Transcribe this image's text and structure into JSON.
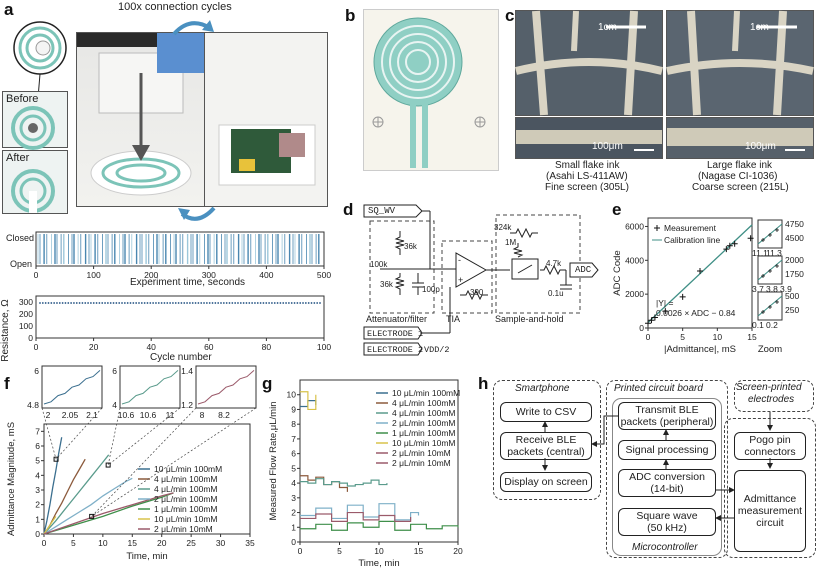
{
  "figure_labels": {
    "a": "a",
    "b": "b",
    "c": "c",
    "d": "d",
    "e": "e",
    "f": "f",
    "g": "g",
    "h": "h"
  },
  "panel_a": {
    "title": "100x connection cycles",
    "before": "Before",
    "after": "After",
    "timeline": {
      "closed": "Closed",
      "open": "Open",
      "xlabel": "Experiment time, seconds",
      "xticks": [
        "0",
        "100",
        "200",
        "300",
        "400",
        "500"
      ]
    },
    "resistance": {
      "ylabel": "Resistance, Ω",
      "yticks": [
        "300",
        "200",
        "100",
        "0"
      ],
      "xlabel": "Cycle number",
      "xticks": [
        "0",
        "20",
        "40",
        "60",
        "80",
        "100"
      ]
    }
  },
  "panel_c": {
    "scale_1cm_left": "1cm",
    "scale_1cm_right": "1cm",
    "scale_100um_left": "100μm",
    "scale_100um_right": "100μm",
    "left_caption": [
      "Small flake ink",
      "(Asahi LS-411AW)",
      "Fine screen (305L)"
    ],
    "right_caption": [
      "Large flake ink",
      "(Nagase CI-1036)",
      "Coarse screen (215L)"
    ]
  },
  "panel_d": {
    "sq_wv": "SQ_WV",
    "attenuator": "Attenuator/filter",
    "tia": "TIA",
    "sample_hold": "Sample-and-hold",
    "adc": "ADC",
    "electrode1": "ELECTRODE 1",
    "electrode2": "ELECTRODE 2",
    "vdd": "VDD/2",
    "components": [
      "36k",
      "100k",
      "36k",
      "100p",
      "390",
      "324k",
      "1M",
      "4.7k",
      "0.1u"
    ],
    "opamp_minus": "-",
    "opamp_plus": "+"
  },
  "chart_data": [
    {
      "type": "scatter",
      "panel": "e",
      "ylabel": "ADC Code",
      "xlabel": "|Admittance|, mS",
      "xlim": [
        0,
        15
      ],
      "ylim": [
        0,
        6500
      ],
      "xticks": [
        "0",
        "5",
        "10",
        "15"
      ],
      "yticks": [
        "0",
        "2000",
        "4000",
        "6000"
      ],
      "legend": [
        "Measurement",
        "Calibration line"
      ],
      "equation": [
        "|Y| =",
        "0.0026 × ADC − 0.84"
      ],
      "series": [
        {
          "name": "Measurement",
          "x": [
            0.0,
            0.5,
            1.0,
            2.5,
            5.0,
            7.5,
            11.3,
            11.8,
            12.5,
            14.8
          ],
          "y": [
            280,
            460,
            620,
            1000,
            1840,
            3370,
            4660,
            4860,
            4980,
            5300
          ]
        },
        {
          "name": "Calibration line",
          "x": [
            0,
            15
          ],
          "y": [
            323,
            6092
          ]
        }
      ],
      "zoom": {
        "label": "Zoom",
        "insets": [
          {
            "yticks": [
              "4750",
              "4500"
            ],
            "xticks": [
              "11.1",
              "11.3"
            ]
          },
          {
            "yticks": [
              "2000",
              "1750"
            ],
            "xticks": [
              "3.7",
              "3.8",
              "3.9"
            ]
          },
          {
            "yticks": [
              "500",
              "250"
            ],
            "xticks": [
              "0.1",
              "0.2"
            ]
          }
        ]
      }
    },
    {
      "type": "line",
      "panel": "f",
      "ylabel": "Admittance Magnitude, mS",
      "xlabel": "Time, min",
      "xlim": [
        0,
        35
      ],
      "ylim": [
        0,
        7.5
      ],
      "xticks": [
        "0",
        "5",
        "10",
        "15",
        "20",
        "25",
        "30",
        "35"
      ],
      "yticks": [
        "0",
        "1",
        "2",
        "3",
        "4",
        "5",
        "6",
        "7"
      ],
      "series": [
        {
          "name": "10 μL/min 100mM",
          "color": "#3b6f8f",
          "x": [
            0,
            0.5,
            1,
            1.5,
            2,
            2.5,
            3
          ],
          "y": [
            0,
            0.9,
            2.0,
            3.2,
            4.3,
            5.5,
            6.6
          ]
        },
        {
          "name": "4 μL/min 100mM",
          "color": "#8c5a3c",
          "x": [
            0,
            1,
            2,
            3,
            4,
            5,
            6,
            7
          ],
          "y": [
            0,
            0.6,
            1.4,
            2.1,
            2.9,
            3.7,
            4.4,
            5.1
          ]
        },
        {
          "name": "4 μL/min 100mM",
          "color": "#5a9b8c",
          "x": [
            0,
            2,
            4,
            6,
            8,
            10,
            11
          ],
          "y": [
            0,
            0.9,
            1.9,
            2.9,
            3.9,
            4.9,
            5.4
          ]
        },
        {
          "name": "2 μL/min 100mM",
          "color": "#7fb0c8",
          "x": [
            0,
            2,
            4,
            6,
            8,
            10,
            12,
            14,
            15
          ],
          "y": [
            0,
            0.5,
            1.0,
            1.5,
            2.0,
            2.6,
            3.1,
            3.6,
            3.8
          ]
        },
        {
          "name": "1 μL/min 100mM",
          "color": "#3f8f4a",
          "x": [
            0,
            5,
            10,
            15,
            20,
            22
          ],
          "y": [
            0,
            0.6,
            1.2,
            1.9,
            2.5,
            2.8
          ]
        },
        {
          "name": "10 μL/min 10mM",
          "color": "#d8c24a",
          "x": [
            0,
            1,
            2
          ],
          "y": [
            0,
            0.6,
            1.2
          ]
        },
        {
          "name": "2 μL/min 10mM",
          "color": "#9b5a6a",
          "x": [
            0,
            5,
            10,
            15,
            20,
            22
          ],
          "y": [
            0,
            0.7,
            1.4,
            2.0,
            2.6,
            2.8
          ]
        }
      ],
      "insets": [
        {
          "yticks": [
            "6",
            "4.8"
          ],
          "xticks": [
            "2",
            "2.05",
            "2.1"
          ]
        },
        {
          "yticks": [
            "6",
            "4"
          ],
          "xticks": [
            "10.6",
            "10.6",
            "11"
          ]
        },
        {
          "yticks": [
            "1.4",
            "1.2"
          ],
          "xticks": [
            "8",
            "8.2"
          ]
        }
      ]
    },
    {
      "type": "line",
      "panel": "g",
      "ylabel": "Measured Flow Rate,μL/min",
      "xlabel": "Time, min",
      "xlim": [
        0,
        20
      ],
      "ylim": [
        0,
        11
      ],
      "xticks": [
        "0",
        "5",
        "10",
        "15",
        "20"
      ],
      "yticks": [
        "0",
        "1",
        "2",
        "3",
        "4",
        "5",
        "6",
        "7",
        "8",
        "9",
        "10"
      ],
      "series": [
        {
          "name": "10 μL/min 100mM",
          "color": "#3b6f8f",
          "x": [
            0,
            1,
            2
          ],
          "y": [
            9.2,
            9.6,
            9.3
          ]
        },
        {
          "name": "4 μL/min 100mM",
          "color": "#8c5a3c",
          "x": [
            0,
            1,
            2,
            3,
            4,
            5,
            6
          ],
          "y": [
            4.5,
            4.2,
            4.4,
            3.9,
            4.1,
            3.7,
            3.4
          ]
        },
        {
          "name": "4 μL/min 100mM",
          "color": "#5a9b8c",
          "x": [
            0,
            1,
            2,
            3,
            4,
            5,
            6,
            7,
            8,
            9,
            10,
            11
          ],
          "y": [
            4.1,
            4.0,
            4.3,
            3.9,
            4.1,
            4.0,
            3.8,
            3.9,
            4.0,
            4.2,
            3.9,
            4.0
          ]
        },
        {
          "name": "2 μL/min 100mM",
          "color": "#7fb0c8",
          "x": [
            0,
            2,
            4,
            6,
            8,
            10,
            12,
            14,
            15
          ],
          "y": [
            1.8,
            2.3,
            1.6,
            2.5,
            1.7,
            2.6,
            1.5,
            2.0,
            1.8
          ]
        },
        {
          "name": "1 μL/min 100mM",
          "color": "#3f8f4a",
          "x": [
            0,
            2,
            4,
            6,
            8,
            10,
            12,
            14,
            16,
            18,
            20
          ],
          "y": [
            0.9,
            1.2,
            0.8,
            1.3,
            1.0,
            1.4,
            0.8,
            1.2,
            0.9,
            1.1,
            1.0
          ]
        },
        {
          "name": "10 μL/min 10mM",
          "color": "#d8c24a",
          "x": [
            0,
            1,
            2
          ],
          "y": [
            10.2,
            9.0,
            10.0
          ]
        },
        {
          "name": "2 μL/min 10mM",
          "color": "#9b5a6a",
          "x": [
            0,
            2,
            4,
            6,
            8,
            10,
            12,
            14
          ],
          "y": [
            1.6,
            1.9,
            1.4,
            2.0,
            1.5,
            1.8,
            1.4,
            1.7
          ]
        }
      ]
    }
  ],
  "panel_f_legend": [
    "10 μL/min 100mM",
    "4 μL/min 100mM",
    "4 μL/min 100mM",
    "2 μL/min 100mM",
    "1 μL/min 100mM",
    "10 μL/min 10mM",
    "2 μL/min 10mM"
  ],
  "panel_g_legend": [
    "10 μL/min 100mM",
    "4 μL/min 100mM",
    "4 μL/min 100mM",
    "2 μL/min 100mM",
    "1 μL/min 100mM",
    "10 μL/min 10mM",
    "2 μL/min 10mM",
    "2 μL/min 10mM"
  ],
  "panel_h": {
    "smartphone": "Smartphone",
    "write_csv": "Write to CSV",
    "receive_ble": [
      "Receive BLE",
      "packets (central)"
    ],
    "display": "Display on screen",
    "pcb": "Printed circuit board",
    "transmit_ble": [
      "Transmit BLE",
      "packets (peripheral)"
    ],
    "signal": "Signal processing",
    "adc_conv": [
      "ADC conversion",
      "(14-bit)"
    ],
    "square": [
      "Square wave",
      "(50 kHz)"
    ],
    "micro": "Microcontroller",
    "electrodes": [
      "Screen-printed",
      "electrodes"
    ],
    "pogo": [
      "Pogo pin",
      "connectors"
    ],
    "admittance": [
      "Admittance",
      "measurement",
      "circuit"
    ]
  },
  "colors": {
    "teal": "#7cc4b8",
    "blue_series": "#3b6f8f",
    "accent": "#4a90c0"
  }
}
